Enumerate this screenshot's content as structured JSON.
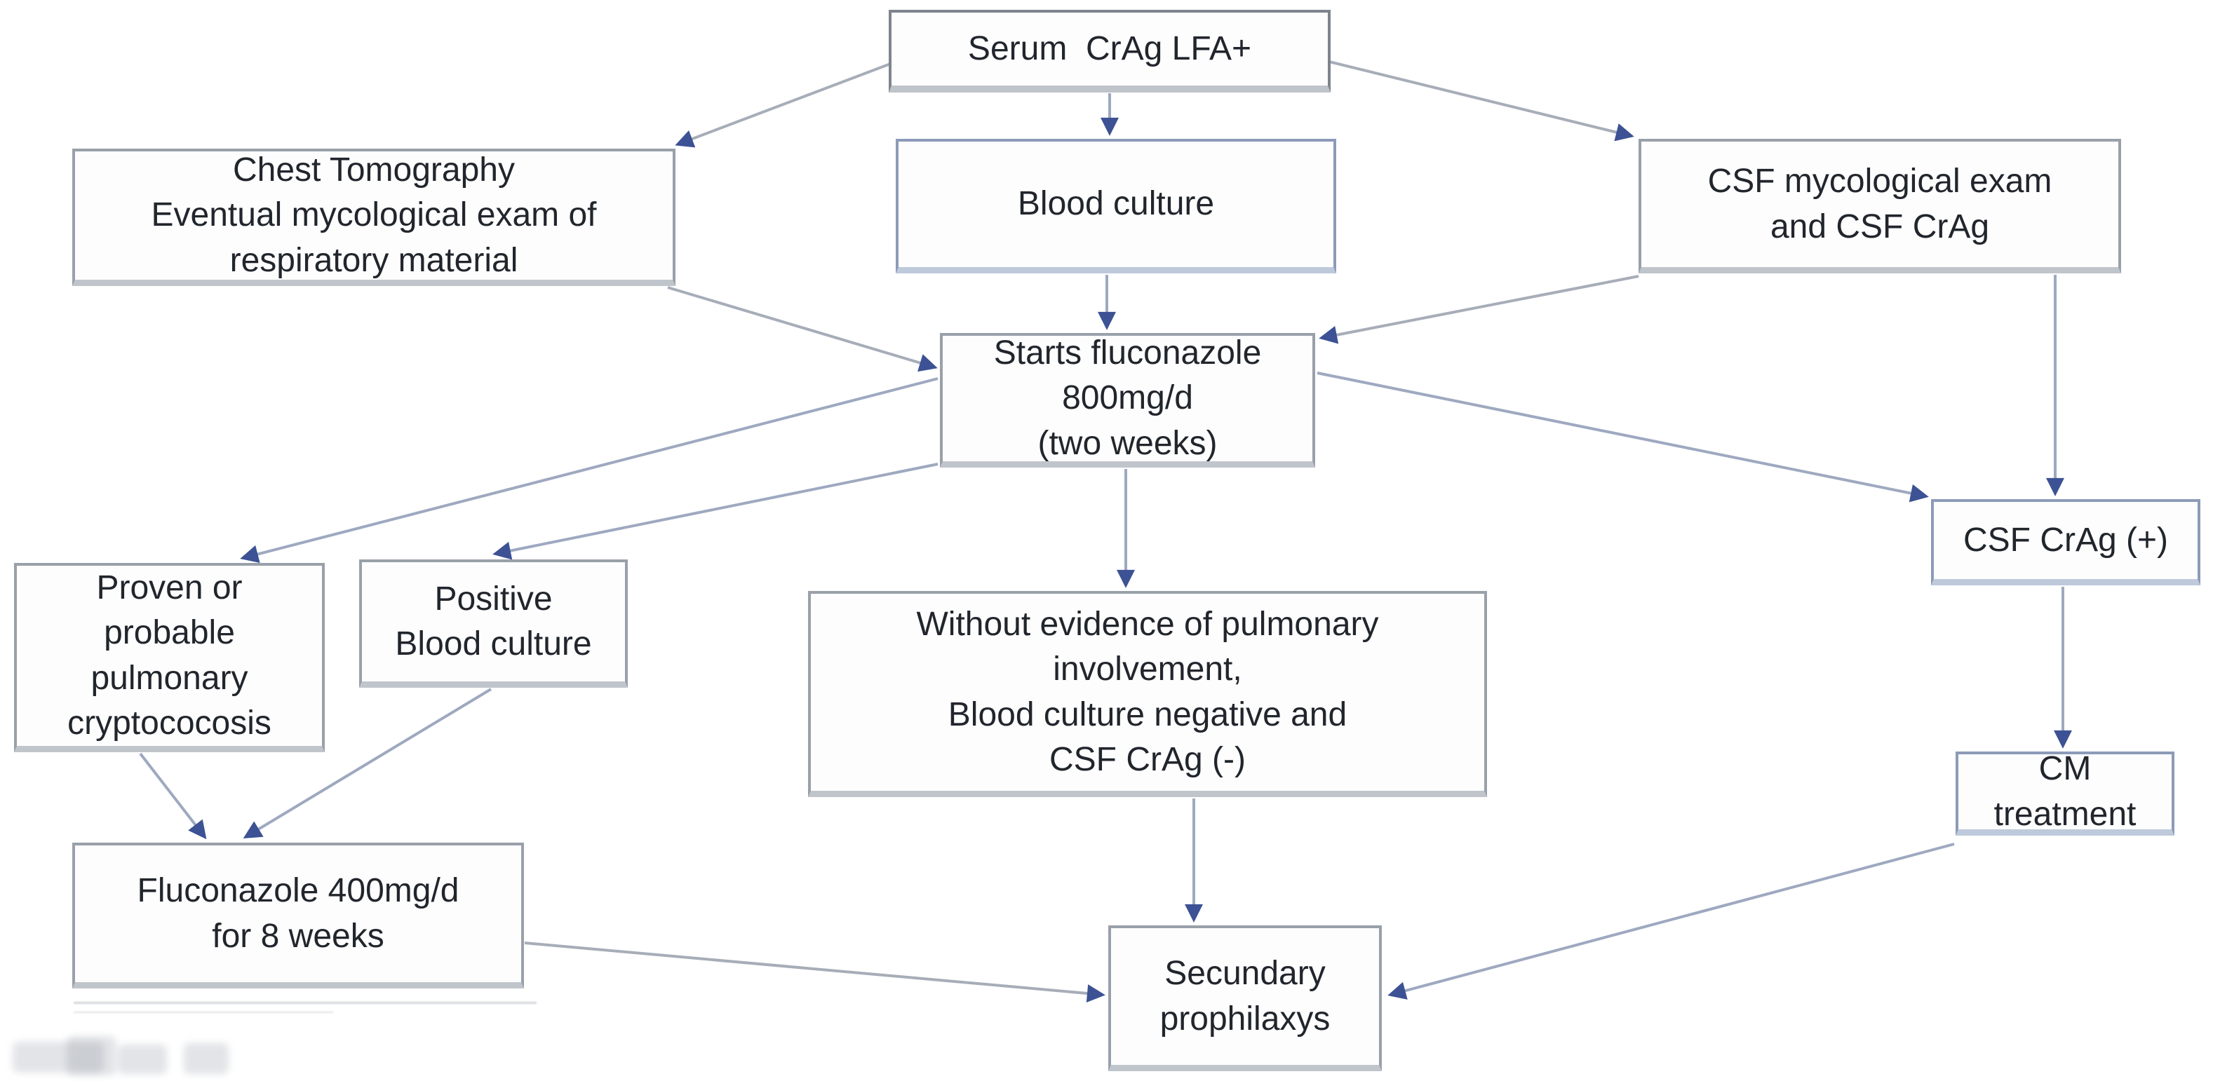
{
  "colors": {
    "background": "#ffffff",
    "text": "#21252c",
    "connector": "#9ea9c0",
    "connector_gray": "#a7adb8",
    "arrowhead": "#3c5294",
    "box_border": "#99a0a9",
    "box_border_blue": "#8d9bb9",
    "box_border_dark": "#7e848d"
  },
  "nodes": {
    "serum": {
      "label": "Serum  CrAg LFA+"
    },
    "chest": {
      "label": "Chest Tomography\nEventual mycological exam of\nrespiratory material"
    },
    "blood": {
      "label": "Blood culture"
    },
    "csf_exam": {
      "label": "CSF mycological exam\nand CSF CrAg"
    },
    "starts": {
      "label": "Starts fluconazole\n800mg/d\n(two weeks)"
    },
    "csf_crag_pos": {
      "label": "CSF CrAg (+)"
    },
    "proven": {
      "label": "Proven or\nprobable\npulmonary\ncryptococosis"
    },
    "positive": {
      "label": "Positive\nBlood culture"
    },
    "without": {
      "label": "Without evidence of pulmonary\ninvolvement,\nBlood culture negative and\nCSF CrAg (-)"
    },
    "cm": {
      "label": "CM\ntreatment"
    },
    "fluco400": {
      "label": "Fluconazole 400mg/d\nfor 8 weeks"
    },
    "secondary": {
      "label": "Secundary\nprophilaxys"
    }
  },
  "edges": [
    {
      "from": "serum",
      "to": "chest"
    },
    {
      "from": "serum",
      "to": "blood"
    },
    {
      "from": "serum",
      "to": "csf_exam"
    },
    {
      "from": "chest",
      "to": "starts"
    },
    {
      "from": "blood",
      "to": "starts"
    },
    {
      "from": "csf_exam",
      "to": "starts"
    },
    {
      "from": "csf_exam",
      "to": "csf_crag_pos"
    },
    {
      "from": "starts",
      "to": "proven"
    },
    {
      "from": "starts",
      "to": "positive"
    },
    {
      "from": "starts",
      "to": "without"
    },
    {
      "from": "starts",
      "to": "csf_crag_pos"
    },
    {
      "from": "proven",
      "to": "fluco400"
    },
    {
      "from": "positive",
      "to": "fluco400"
    },
    {
      "from": "without",
      "to": "secondary"
    },
    {
      "from": "csf_crag_pos",
      "to": "cm"
    },
    {
      "from": "fluco400",
      "to": "secondary"
    },
    {
      "from": "cm",
      "to": "secondary"
    }
  ]
}
